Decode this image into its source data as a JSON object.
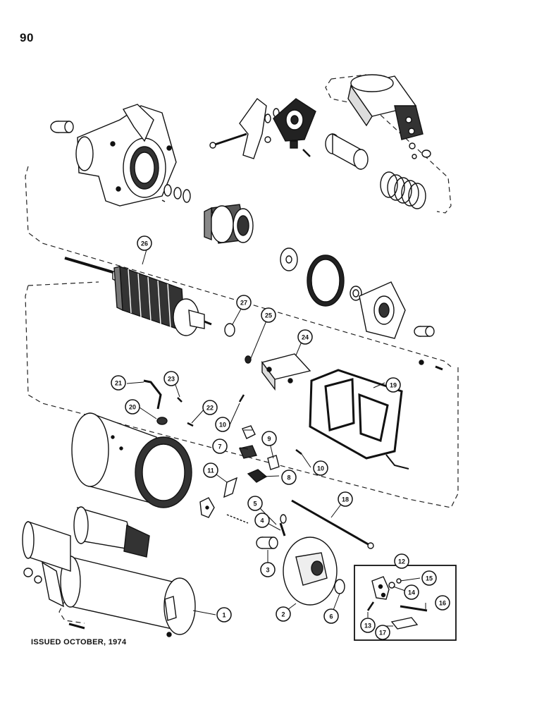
{
  "page": {
    "number": "90",
    "issued": "ISSUED OCTOBER, 1974"
  },
  "callouts": [
    {
      "id": "c1",
      "label": "1"
    },
    {
      "id": "c2",
      "label": "2"
    },
    {
      "id": "c3",
      "label": "3"
    },
    {
      "id": "c4",
      "label": "4"
    },
    {
      "id": "c5",
      "label": "5"
    },
    {
      "id": "c6",
      "label": "6"
    },
    {
      "id": "c7",
      "label": "7"
    },
    {
      "id": "c8",
      "label": "8"
    },
    {
      "id": "c9",
      "label": "9"
    },
    {
      "id": "c10a",
      "label": "10"
    },
    {
      "id": "c10b",
      "label": "10"
    },
    {
      "id": "c11",
      "label": "11"
    },
    {
      "id": "c12",
      "label": "12"
    },
    {
      "id": "c13",
      "label": "13"
    },
    {
      "id": "c14",
      "label": "14"
    },
    {
      "id": "c15",
      "label": "15"
    },
    {
      "id": "c16",
      "label": "16"
    },
    {
      "id": "c17",
      "label": "17"
    },
    {
      "id": "c18",
      "label": "18"
    },
    {
      "id": "c19",
      "label": "19"
    },
    {
      "id": "c20",
      "label": "20"
    },
    {
      "id": "c21",
      "label": "21"
    },
    {
      "id": "c22",
      "label": "22"
    },
    {
      "id": "c23",
      "label": "23"
    },
    {
      "id": "c24",
      "label": "24"
    },
    {
      "id": "c25",
      "label": "25"
    },
    {
      "id": "c26",
      "label": "26"
    },
    {
      "id": "c27",
      "label": "27"
    }
  ]
}
